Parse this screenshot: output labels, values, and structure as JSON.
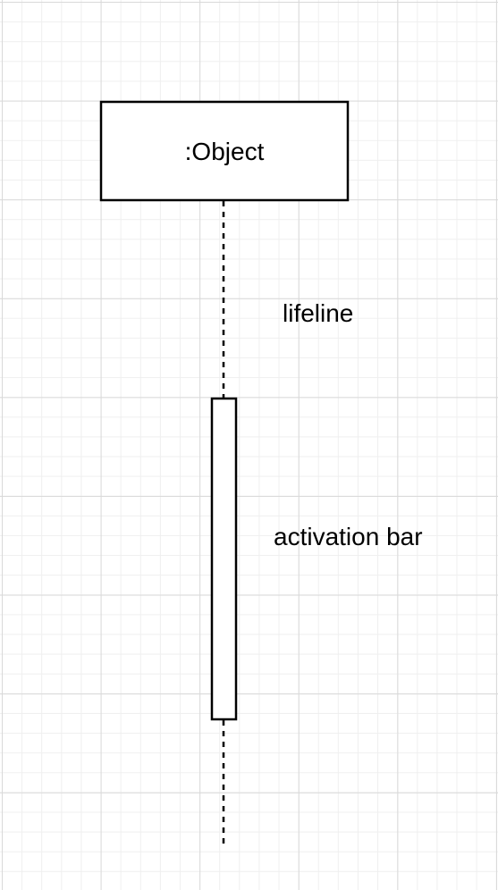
{
  "diagram": {
    "object_label": ":Object",
    "lifeline_label": "lifeline",
    "activation_label": "activation bar"
  },
  "colors": {
    "stroke": "#000000",
    "fill": "#ffffff",
    "grid_major": "#d9d9d9",
    "grid_minor": "#efefef"
  }
}
